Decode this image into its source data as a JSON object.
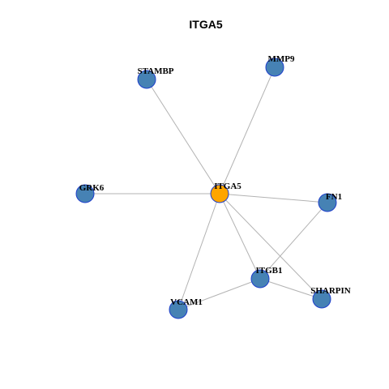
{
  "title": "ITGA5",
  "colors": {
    "center_node": "#FFA500",
    "node": "#4682B4",
    "node_stroke": "#1E3FCC",
    "edge": "#B3B3B3"
  },
  "nodes": [
    {
      "id": "ITGA5",
      "label": "ITGA5",
      "role": "center"
    },
    {
      "id": "STAMBP",
      "label": "STAMBP",
      "role": "neighbor"
    },
    {
      "id": "MMP9",
      "label": "MMP9",
      "role": "neighbor"
    },
    {
      "id": "GRK6",
      "label": "GRK6",
      "role": "neighbor"
    },
    {
      "id": "FN1",
      "label": "FN1",
      "role": "neighbor"
    },
    {
      "id": "ITGB1",
      "label": "ITGB1",
      "role": "neighbor"
    },
    {
      "id": "VCAM1",
      "label": "VCAM1",
      "role": "neighbor"
    },
    {
      "id": "SHARPIN",
      "label": "SHARPIN",
      "role": "neighbor"
    }
  ],
  "edges": [
    [
      "ITGA5",
      "STAMBP"
    ],
    [
      "ITGA5",
      "MMP9"
    ],
    [
      "ITGA5",
      "GRK6"
    ],
    [
      "ITGA5",
      "FN1"
    ],
    [
      "ITGA5",
      "ITGB1"
    ],
    [
      "ITGA5",
      "VCAM1"
    ],
    [
      "ITGA5",
      "SHARPIN"
    ],
    [
      "FN1",
      "ITGB1"
    ],
    [
      "ITGB1",
      "VCAM1"
    ],
    [
      "ITGB1",
      "SHARPIN"
    ]
  ]
}
